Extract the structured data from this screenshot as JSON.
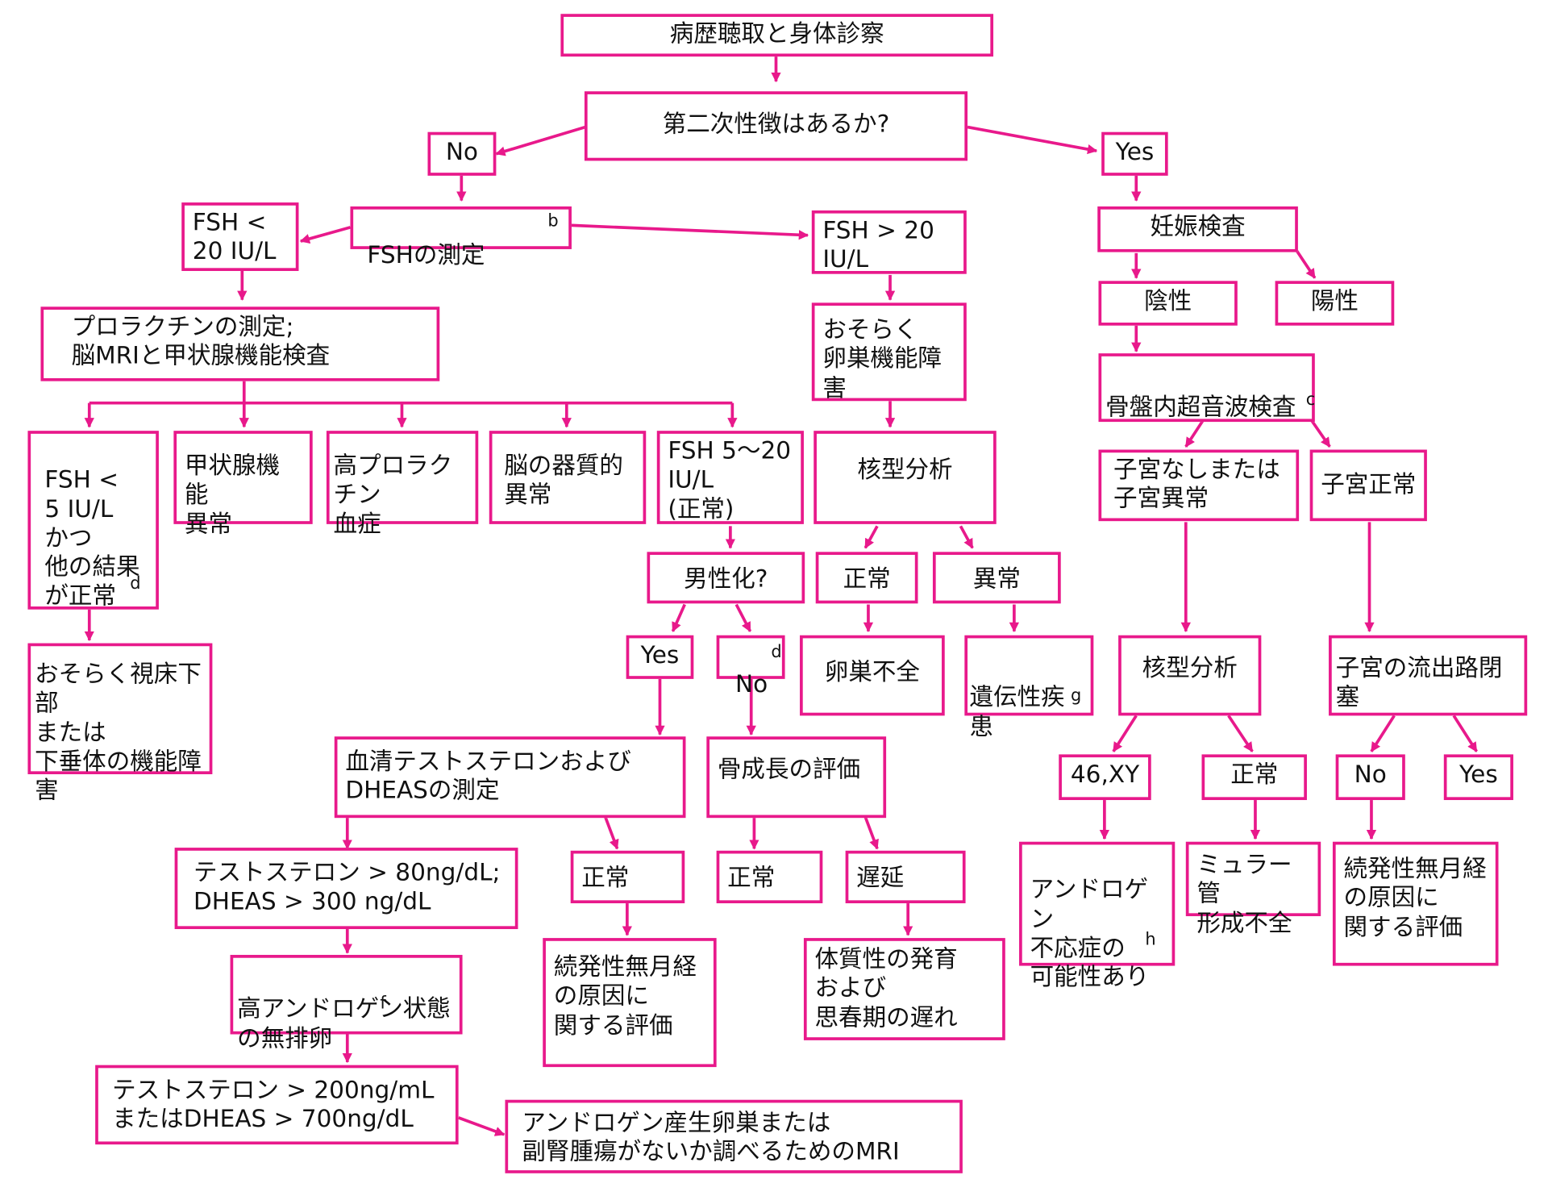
{
  "colors": {
    "accent": "#e8198b",
    "text": "#111111",
    "background": "#ffffff"
  },
  "nodes": {
    "history": "病歴聴取と身体診察",
    "secondary_sex": "第二次性徴はあるか?",
    "no_top": "No",
    "yes_top": "Yes",
    "fsh_measure": "FSHの測定",
    "fsh_measure_note": "b",
    "fsh_lt20": "FSH <\n20 IU/L",
    "fsh_gt20": "FSH > 20\nIU/L",
    "prolactin_mri": "プロラクチンの測定;\n脳MRIと甲状腺機能検査",
    "probable_ovarian": "おそらく\n卵巣機能障害",
    "pregnancy_test": "妊娠検査",
    "negative": "陰性",
    "positive": "陽性",
    "pelvic_us": "骨盤内超音波検査",
    "pelvic_us_note": "c",
    "fsh_lt5": "FSH <\n5 IU/L\nかつ\n他の結果\nが正常",
    "fsh_lt5_note": "d",
    "thyroid_abn": "甲状腺機能\n異常",
    "hyperprolactin": "高プロラクチン\n血症",
    "brain_organic": "脳の器質的\n異常",
    "fsh_5_20": "FSH 5〜20\nIU/L\n(正常)",
    "karyotype_a": "核型分析",
    "no_uterus": "子宮なしまたは\n子宮異常",
    "uterus_normal": "子宮正常",
    "virilization": "男性化?",
    "normal_a": "正常",
    "abnormal_a": "異常",
    "yes_mid": "Yes",
    "no_mid": "No",
    "no_mid_note": "d",
    "ovarian_failure": "卵巣不全",
    "genetic_disease": "遺伝性疾患",
    "genetic_disease_note": "g",
    "karyotype_b": "核型分析",
    "outflow_obstruction": "子宮の流出路閉塞",
    "hypothalamic": "おそらく視床下部\nまたは\n下垂体の機能障害",
    "testosterone_dheas": "血清テストステロンおよび\nDHEASの測定",
    "bone_age": "骨成長の評価",
    "xy46": "46,XY",
    "normal_b": "正常",
    "no_right": "No",
    "yes_right": "Yes",
    "testo_gt80": "テストステロン > 80ng/dL;\n DHEAS > 300 ng/dL",
    "normal_c": "正常",
    "normal_d": "正常",
    "delayed": "遅延",
    "androgen_insens": "アンドロゲン\n不応症の\n可能性あり",
    "androgen_insens_note": "h",
    "mullerian": "ミュラー管\n形成不全",
    "secondary_amen_a": "続発性無月経\nの原因に\n関する評価",
    "secondary_amen_b": "続発性無月経\nの原因に\n関する評価",
    "constitutional": "体質性の発育\nおよび\n思春期の遅れ",
    "hyperandrogenic": "高アンドロゲン状態\nの無排卵",
    "hyperandrogenic_note": "f",
    "testo_gt200": "テストステロン > 200ng/mL\nまたはDHEAS > 700ng/dL",
    "mri_tumor": "アンドロゲン産生卵巣または\n副腎腫瘍がないか調べるためのMRI"
  }
}
